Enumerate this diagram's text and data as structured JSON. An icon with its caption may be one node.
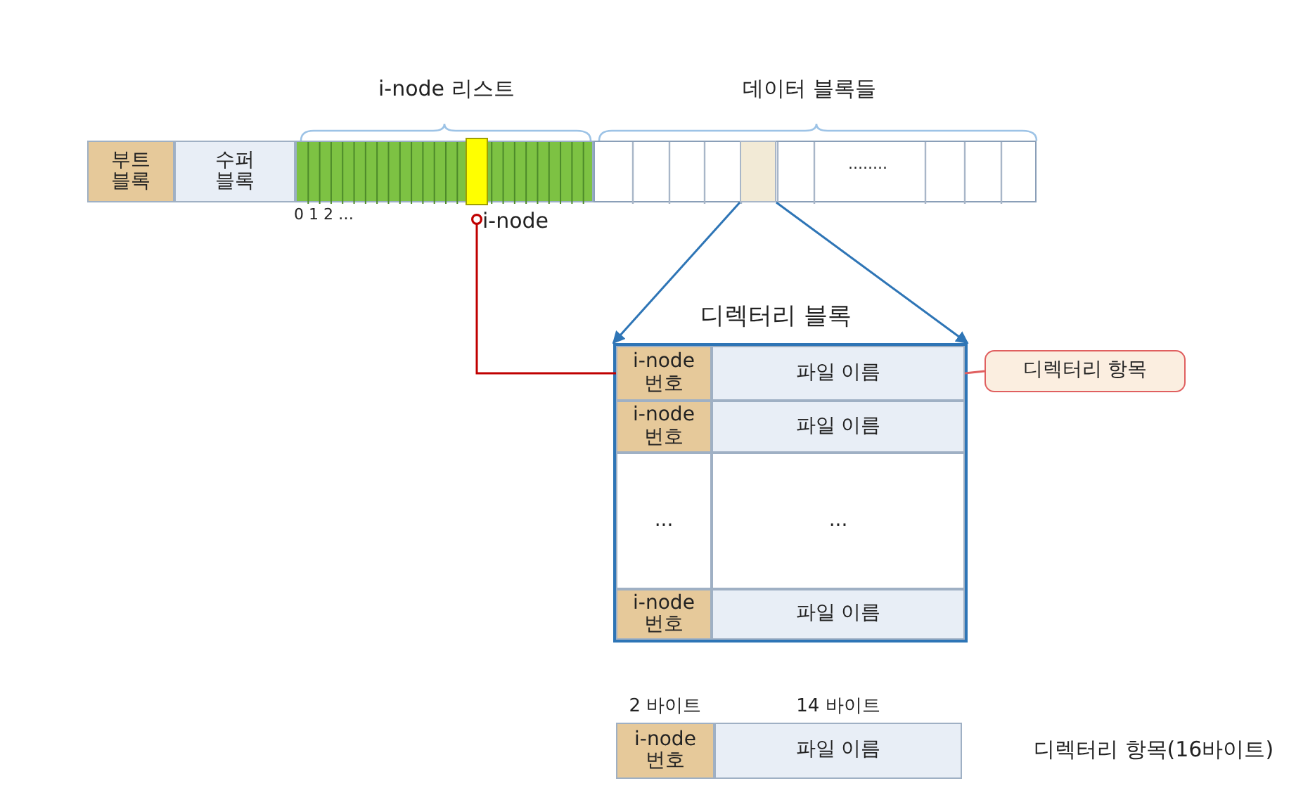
{
  "diagram": {
    "nodes": [
      {
        "text": [
          "부트 블록"
        ]
      },
      {
        "text": [
          "수퍼 블록"
        ]
      },
      {
        "text": [
          "i-node 리스트"
        ],
        "beside": [
          "0 1 2 …"
        ]
      },
      {
        "text": [
          "i-node"
        ],
        "in": 2
      },
      {
        "text": [
          "데이터 블록들",
          "........"
        ]
      },
      {
        "text": [],
        "shape": "box",
        "in": 4
      },
      {
        "text": [
          "디렉터리 블록"
        ]
      },
      {
        "text": [
          "i-node 번호"
        ],
        "in": 6
      },
      {
        "text": [
          "파일 이름"
        ],
        "in": 6
      },
      {
        "text": [
          "i-node 번호"
        ],
        "in": 6
      },
      {
        "text": [
          "파일 이름"
        ],
        "in": 6
      },
      {
        "text": [
          "..."
        ],
        "in": 6
      },
      {
        "text": [
          "..."
        ],
        "in": 6
      },
      {
        "text": [
          "i-node 번호"
        ],
        "in": 6
      },
      {
        "text": [
          "파일 이름"
        ],
        "in": 6
      },
      {
        "text": [
          "디렉터리 항목"
        ]
      },
      {
        "text": [
          "i-node 번호"
        ],
        "beside": [
          "2 바이트"
        ]
      },
      {
        "text": [
          "파일 이름"
        ],
        "beside": [
          "14 바이트"
        ]
      }
    ],
    "edges": [
      {
        "from": 5,
        "to": 6,
        "arrow": "to"
      },
      {
        "from": 5,
        "to": 6,
        "arrow": "to"
      },
      {
        "from": 3,
        "to": 7,
        "arrow": "other",
        "color": "#c00000"
      },
      {
        "from": 15,
        "to": 8,
        "arrow": "none",
        "color": "#e06060"
      }
    ],
    "labels": [
      "디렉터리 항목(16바이트)"
    ]
  }
}
